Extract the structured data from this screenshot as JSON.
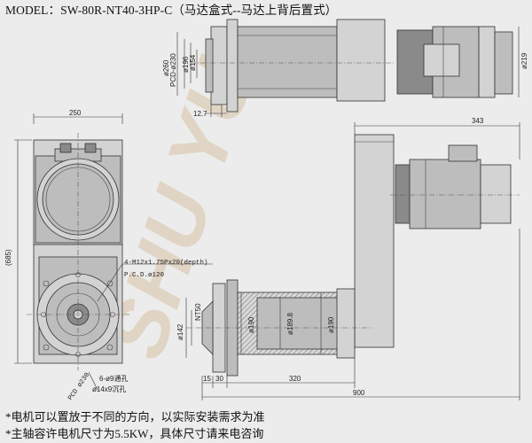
{
  "title": "MODEL：SW-80R-NT40-3HP-C（马达盒式--马达上背后置式）",
  "watermark": "SHU YU",
  "notes": [
    "*电机可以置放于不同的方向，以实际安装需求为准",
    "*主轴容许电机尺寸为5.5KW，具体尺寸请来电咨询"
  ],
  "dims": {
    "d260": "ø260",
    "pcd230": "PCD-ø230",
    "d196": "ø196",
    "d154": "ø154",
    "d219": "ø219",
    "w127": "12.7",
    "w250": "250",
    "w343": "343",
    "h685": "(685)",
    "thread": "4-M12x1.75Px20(depth)",
    "pcd120": "P.C.D.ø120",
    "pcd230b": "PCD ø230",
    "holes1": "6-ø9通孔",
    "holes2": "ø14x9沉孔",
    "nt50": "NT50",
    "d142": "ø142",
    "d190a": "ø190",
    "d1898": "ø189.8",
    "d190b": "ø190",
    "w15": "15",
    "w30": "30",
    "w320": "320",
    "w900": "900"
  }
}
